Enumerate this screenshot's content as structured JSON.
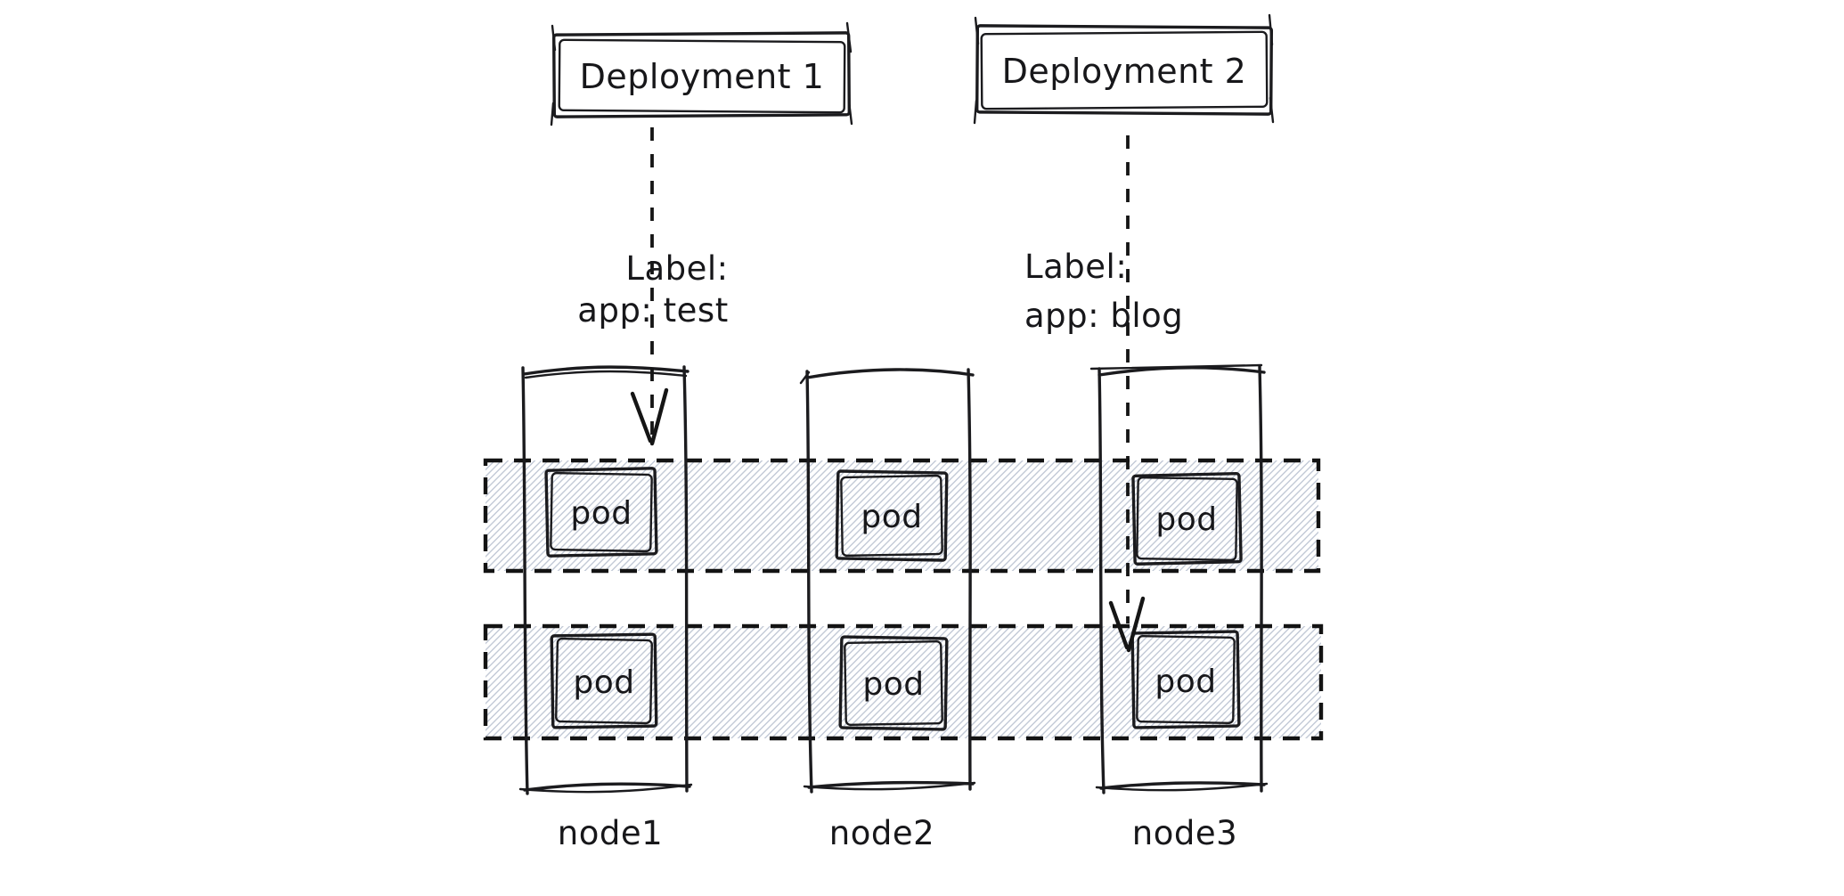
{
  "colors": {
    "stroke": "#1b1b1e",
    "hatch": "#c2c9d6",
    "background": "#ffffff"
  },
  "deployments": [
    {
      "label": "Deployment 1",
      "selector": {
        "line1": "Label:",
        "line2": "app: test"
      }
    },
    {
      "label": "Deployment 2",
      "selector": {
        "line1": "Label:",
        "line2": "app: blog"
      }
    }
  ],
  "nodes": [
    {
      "name": "node1",
      "pods": [
        "pod",
        "pod"
      ]
    },
    {
      "name": "node2",
      "pods": [
        "pod",
        "pod"
      ]
    },
    {
      "name": "node3",
      "pods": [
        "pod",
        "pod"
      ]
    }
  ]
}
